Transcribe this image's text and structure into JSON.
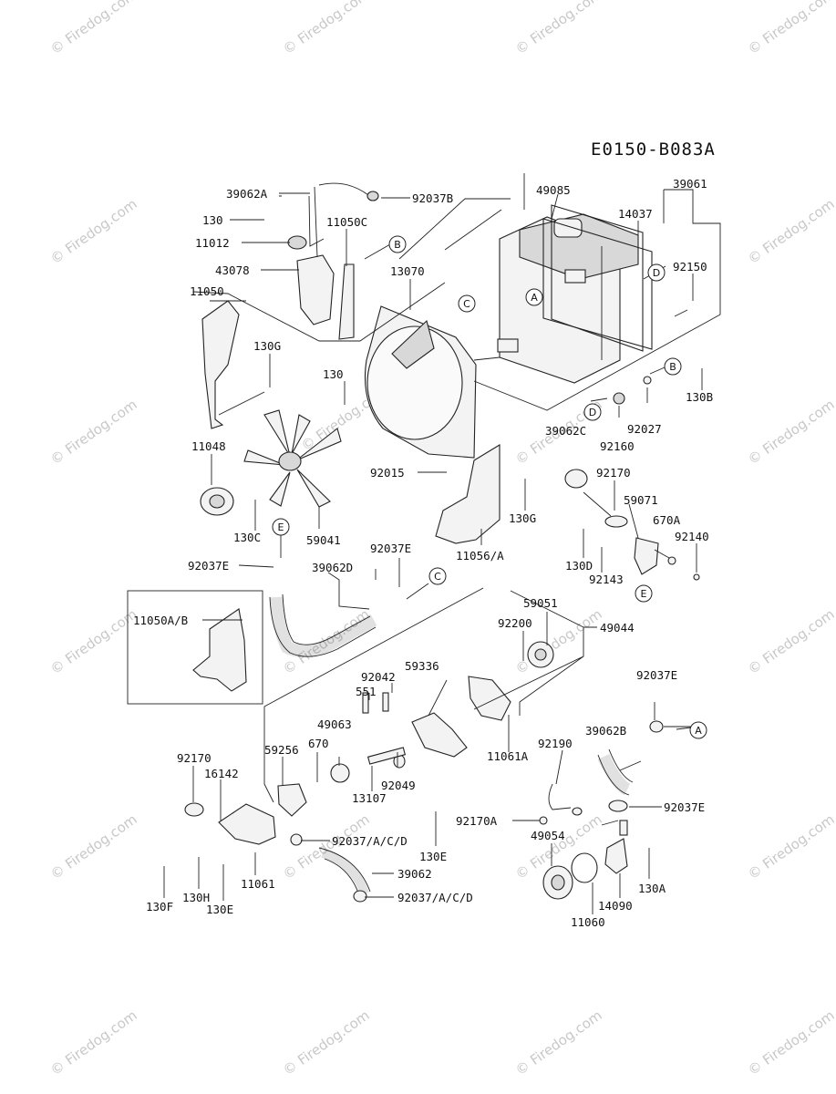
{
  "diagram_code": "E0150-B083A",
  "watermark": "© Firedog.com",
  "part_labels": {
    "p39062A": "39062A",
    "p92037B": "92037B",
    "p130": "130",
    "p11012": "11012",
    "p11050C": "11050C",
    "p43078": "43078",
    "p11050": "11050",
    "p13070": "13070",
    "p49085": "49085",
    "p14037": "14037",
    "p39061": "39061",
    "p92150": "92150",
    "p130G_a": "130G",
    "p130_b": "130",
    "p11048": "11048",
    "p130B": "130B",
    "p92027": "92027",
    "p39062C": "39062C",
    "p92160": "92160",
    "p92170_a": "92170",
    "p92015": "92015",
    "p130G_b": "130G",
    "p59071": "59071",
    "p670A": "670A",
    "p92140": "92140",
    "p130C": "130C",
    "p59041": "59041",
    "p92037E_a": "92037E",
    "p11056A": "11056/A",
    "p130D": "130D",
    "p92143": "92143",
    "p92037E_b": "92037E",
    "p39062D": "39062D",
    "p11050AB": "11050A/B",
    "p59051": "59051",
    "p92200": "92200",
    "p49044": "49044",
    "p92042": "92042",
    "p59336": "59336",
    "p551": "551",
    "p49063": "49063",
    "p92037E_c": "92037E",
    "p39062B": "39062B",
    "p59256": "59256",
    "p670": "670",
    "p11061A": "11061A",
    "p92190": "92190",
    "p92170_b": "92170",
    "p16142": "16142",
    "p13107": "13107",
    "p92049": "92049",
    "p92037E_d": "92037E",
    "p92170A": "92170A",
    "p49054": "49054",
    "p92037ACD_a": "92037/A/C/D",
    "p130E_a": "130E",
    "p11061": "11061",
    "p39062": "39062",
    "p130F": "130F",
    "p130H": "130H",
    "p130E_b": "130E",
    "p92037ACD_b": "92037/A/C/D",
    "p14090": "14090",
    "p11060": "11060",
    "p130A": "130A"
  },
  "callouts": {
    "cB1": "B",
    "cA1": "A",
    "cC1": "C",
    "cD1": "D",
    "cB2": "B",
    "cD2": "D",
    "cE1": "E",
    "cC2": "C",
    "cE2": "E",
    "cA2": "A"
  }
}
